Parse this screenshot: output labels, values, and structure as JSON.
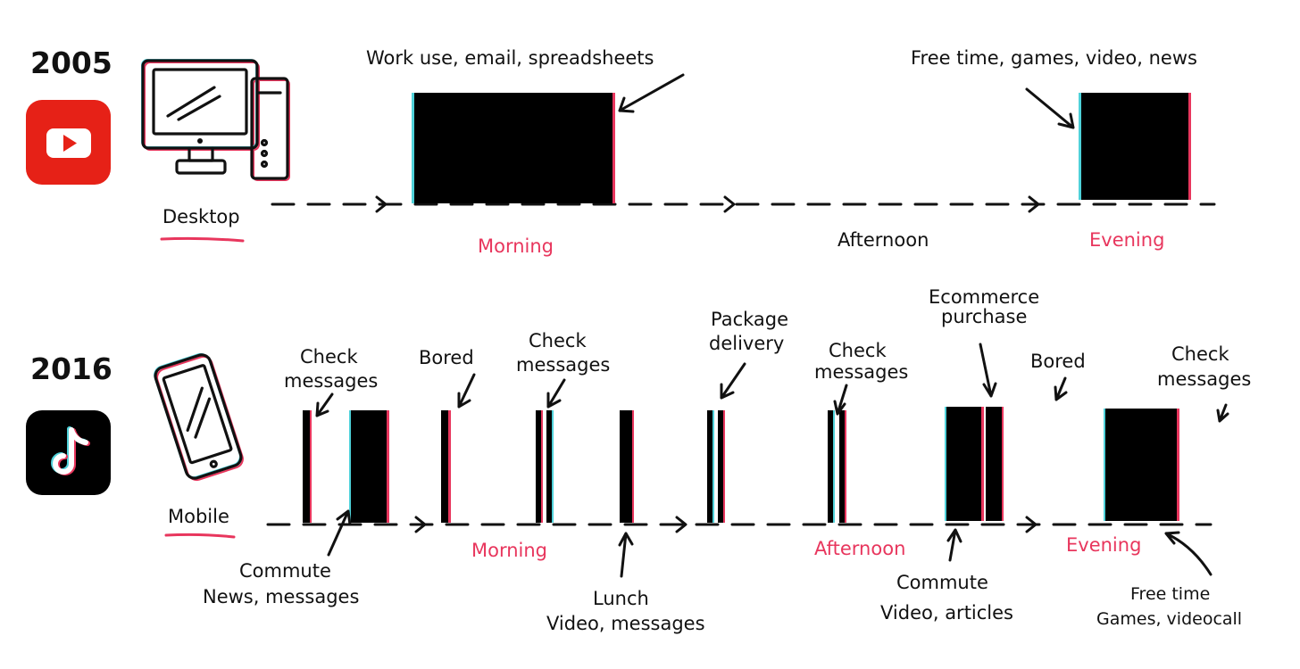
{
  "rows": {
    "y2005": {
      "year": "2005",
      "device": "Desktop",
      "platform_icon": "youtube-icon",
      "platform_color": "#e62117",
      "times": {
        "morning": "Morning",
        "afternoon": "Afternoon",
        "evening": "Evening"
      },
      "annotations": {
        "work": "Work use, email, spreadsheets",
        "free": "Free time, games, video, news"
      }
    },
    "y2016": {
      "year": "2016",
      "device": "Mobile",
      "platform_icon": "tiktok-icon",
      "platform_color": "#000000",
      "times": {
        "morning": "Morning",
        "afternoon": "Afternoon",
        "evening": "Evening"
      },
      "annotations": {
        "check1": [
          "Check",
          "messages"
        ],
        "commute_morning": [
          "Commute",
          "News, messages"
        ],
        "bored1": "Bored",
        "check2": [
          "Check",
          "messages"
        ],
        "lunch": [
          "Lunch",
          "Video, messages"
        ],
        "package": [
          "Package",
          "delivery"
        ],
        "check3": [
          "Check",
          "messages"
        ],
        "ecommerce": [
          "Ecommerce",
          "purchase"
        ],
        "commute_afternoon": [
          "Commute",
          "Video, articles"
        ],
        "bored2": "Bored",
        "check4": [
          "Check",
          "messages"
        ],
        "free": [
          "Free time",
          "Games, videocall"
        ]
      }
    }
  },
  "colors": {
    "accent": "#e8365d",
    "ink": "#111111",
    "ghost_cyan": "#4fd1d9"
  }
}
